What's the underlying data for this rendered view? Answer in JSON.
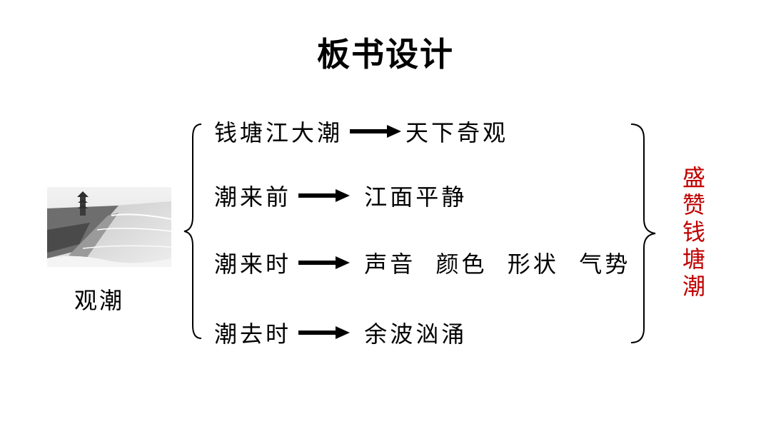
{
  "title": "板书设计",
  "caption": "观潮",
  "rows": [
    {
      "label": "钱塘江大潮",
      "text": "天下奇观"
    },
    {
      "label": "潮来前",
      "text": " 江面平静"
    },
    {
      "label": "潮来时",
      "text": " 声音  颜色  形状  气势"
    },
    {
      "label": "潮去时",
      "text": " 余波汹涌"
    }
  ],
  "conclusion": [
    "盛",
    "赞",
    "钱",
    "塘",
    "潮"
  ],
  "colors": {
    "accent": "#c00000",
    "text": "#000000"
  }
}
